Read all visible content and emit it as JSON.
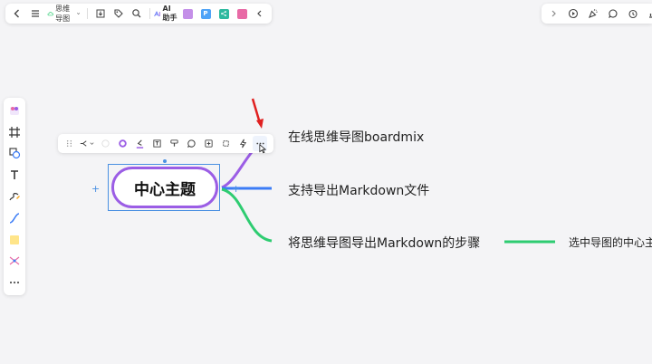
{
  "toolbar": {
    "doc_title": "思维导图",
    "ai_label": "AI助手",
    "chips": [
      {
        "name": "image-app",
        "color": "#c48fe8",
        "glyph": ""
      },
      {
        "name": "p-app",
        "color": "#4fa3f7",
        "glyph": "P"
      },
      {
        "name": "share-app",
        "color": "#2db99f",
        "glyph": "<"
      },
      {
        "name": "pink-app",
        "color": "#e86aa6",
        "glyph": ""
      }
    ]
  },
  "mindmap": {
    "central": "中心主题",
    "branches": [
      {
        "text": "在线思维导图boardmix",
        "color": "#9b5de5"
      },
      {
        "text": "支持导出Markdown文件",
        "color": "#3b7cf6"
      },
      {
        "text": "将思维导图导出Markdown的步骤",
        "color": "#2ecc71"
      }
    ],
    "sub_branch": "选中导图的中心主",
    "expand_symbol": "+"
  },
  "colors": {
    "accent": "#4a90e2",
    "purple": "#9b5de5",
    "blue": "#3b7cf6",
    "green": "#2ecc71",
    "arrow": "#e02020"
  }
}
